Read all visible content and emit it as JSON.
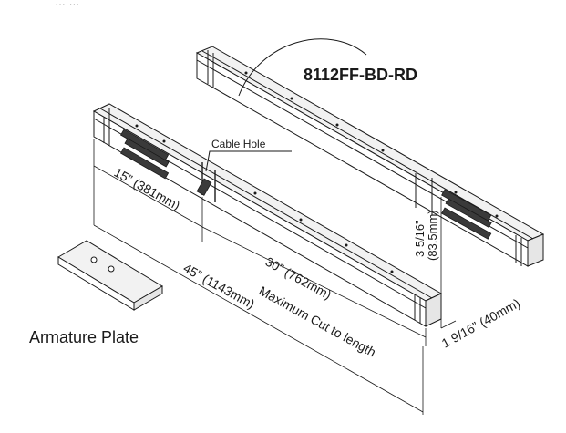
{
  "model_label": "8112FF-BD-RD",
  "callouts": {
    "cable_hole": "Cable Hole",
    "armature_plate": "Armature Plate"
  },
  "dimensions": {
    "fifteen": "15” (381mm)",
    "thirty": "30” (762mm)",
    "forty_five": "45” (1143mm)",
    "max_cut": "Maximum Cut to length",
    "height_in": "3 5/16”",
    "height_mm": "(83.5mm)",
    "depth": "1 9/16” (40mm)"
  },
  "top_text_fragment": "… …"
}
